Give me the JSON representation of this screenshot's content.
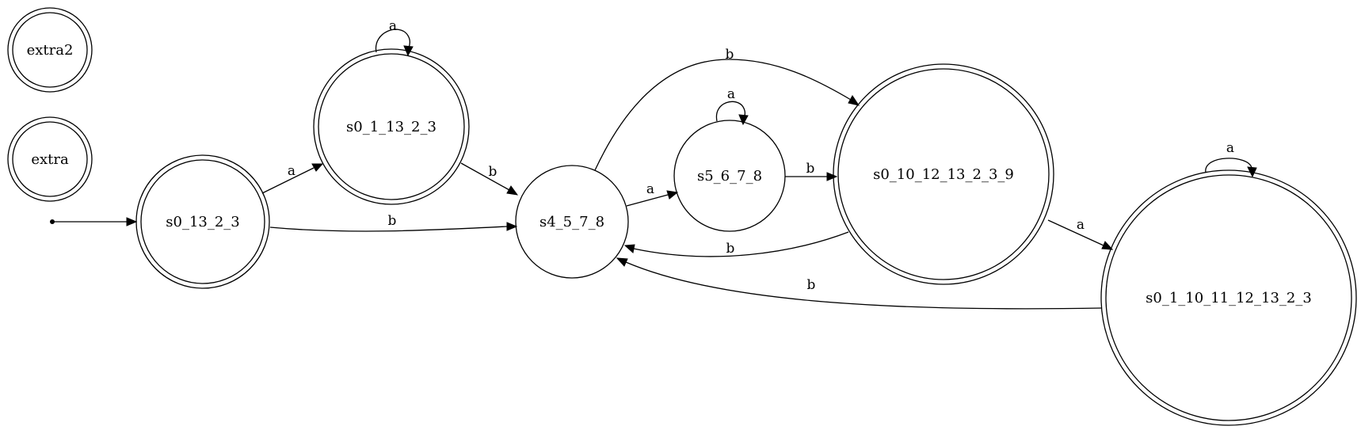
{
  "nodes": [
    {
      "id": "extra2",
      "label": "extra2",
      "accepting": true
    },
    {
      "id": "extra",
      "label": "extra",
      "accepting": true
    },
    {
      "id": "s0_13_2_3",
      "label": "s0_13_2_3",
      "accepting": true
    },
    {
      "id": "s0_1_13_2_3",
      "label": "s0_1_13_2_3",
      "accepting": true
    },
    {
      "id": "s4_5_7_8",
      "label": "s4_5_7_8",
      "accepting": false
    },
    {
      "id": "s5_6_7_8",
      "label": "s5_6_7_8",
      "accepting": false
    },
    {
      "id": "s0_10_12_13_2_3_9",
      "label": "s0_10_12_13_2_3_9",
      "accepting": true
    },
    {
      "id": "s0_1_10_11_12_13_2_3",
      "label": "s0_1_10_11_12_13_2_3",
      "accepting": true
    }
  ],
  "initial_state": "s0_13_2_3",
  "edges": [
    {
      "from": "start",
      "to": "s0_13_2_3",
      "label": ""
    },
    {
      "from": "s0_13_2_3",
      "to": "s0_1_13_2_3",
      "label": "a"
    },
    {
      "from": "s0_13_2_3",
      "to": "s4_5_7_8",
      "label": "b"
    },
    {
      "from": "s0_1_13_2_3",
      "to": "s0_1_13_2_3",
      "label": "a"
    },
    {
      "from": "s0_1_13_2_3",
      "to": "s4_5_7_8",
      "label": "b"
    },
    {
      "from": "s4_5_7_8",
      "to": "s5_6_7_8",
      "label": "a"
    },
    {
      "from": "s4_5_7_8",
      "to": "s0_10_12_13_2_3_9",
      "label": "b"
    },
    {
      "from": "s5_6_7_8",
      "to": "s5_6_7_8",
      "label": "a"
    },
    {
      "from": "s5_6_7_8",
      "to": "s0_10_12_13_2_3_9",
      "label": "b"
    },
    {
      "from": "s0_10_12_13_2_3_9",
      "to": "s4_5_7_8",
      "label": "b"
    },
    {
      "from": "s0_10_12_13_2_3_9",
      "to": "s0_1_10_11_12_13_2_3",
      "label": "a"
    },
    {
      "from": "s0_1_10_11_12_13_2_3",
      "to": "s0_1_10_11_12_13_2_3",
      "label": "a"
    },
    {
      "from": "s0_1_10_11_12_13_2_3",
      "to": "s4_5_7_8",
      "label": "b"
    }
  ]
}
